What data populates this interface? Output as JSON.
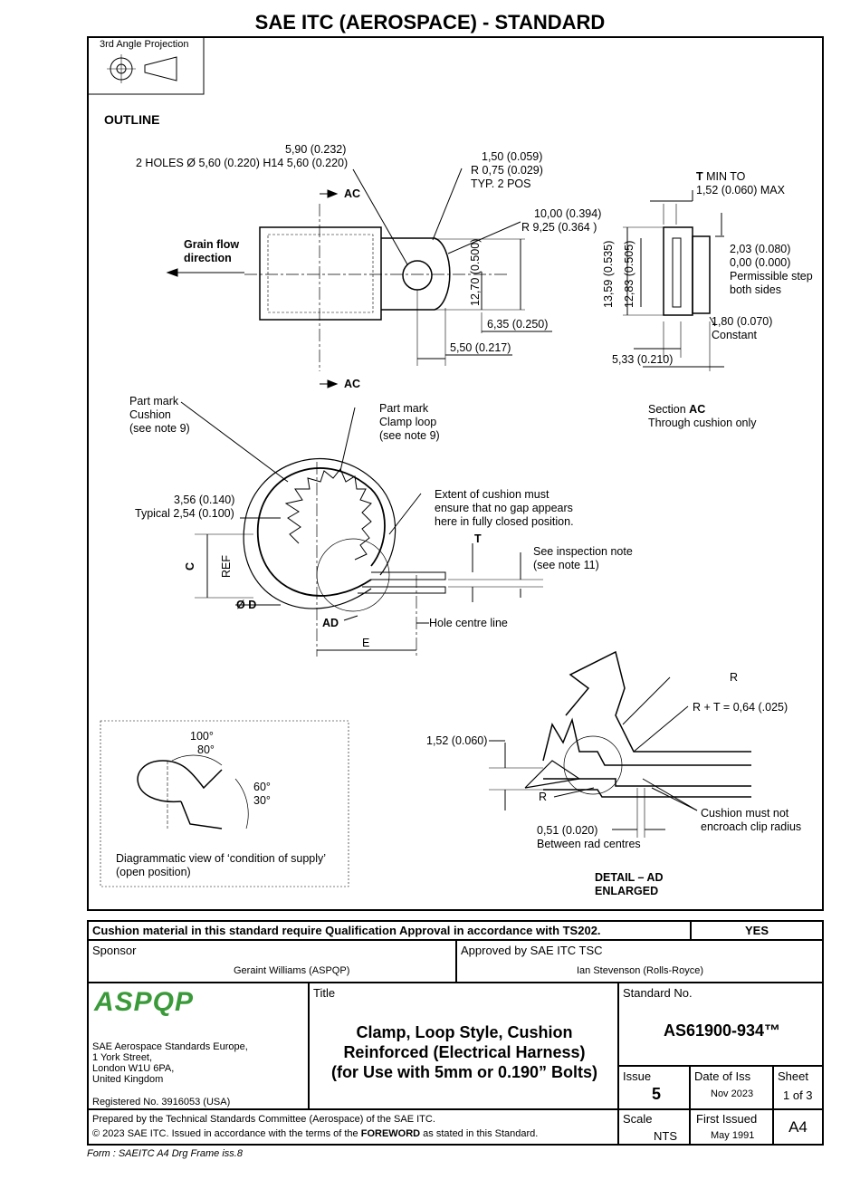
{
  "header": {
    "title": "SAE ITC (AEROSPACE) - STANDARD"
  },
  "projection": {
    "label": "3rd Angle Projection"
  },
  "outline": {
    "heading": "OUTLINE",
    "holes_line1": "5,90 (0.232)",
    "holes_line2": "2 HOLES Ø 5,60 (0.220) H14 5,60 (0.220)",
    "r_line1": "1,50 (0.059)",
    "r_line2": "R 0,75 (0.029)",
    "r_line3": "TYP. 2 POS",
    "ac_top": "AC",
    "ac_bottom": "AC",
    "grain_line1": "Grain flow",
    "grain_line2": "direction",
    "r925_line1": "10,00 (0.394)",
    "r925_line2": "R  9,25  (0.364 )",
    "dim_1270": "12,70 (0.500)",
    "dim_635": "6,35 (0.250)",
    "dim_550": "5,50 (0.217)",
    "tmin_line1_b": "T",
    "tmin_line1": " MIN TO",
    "tmin_line2": "1,52 (0.060) MAX",
    "dim_1359": "13,59 (0.535)",
    "dim_1283": "12,83 (0.505)",
    "step_line1": "2,03 (0.080)",
    "step_line2": "0,00 (0.000)",
    "step_line3": "Permissible step",
    "step_line4": "both sides",
    "const_line1": "1,80 (0.070)",
    "const_line2": "Constant",
    "dim_533": "5,33 (0.210)",
    "section_line1": "Section ",
    "section_line1_b": "AC",
    "section_line2": "Through cushion only"
  },
  "clamp": {
    "pm_cushion_1": "Part mark",
    "pm_cushion_2": "Cushion",
    "pm_cushion_3": "(see note 9)",
    "pm_clamp_1": "Part mark",
    "pm_clamp_2": "Clamp loop",
    "pm_clamp_3": "(see note 9)",
    "typ_1": "3,56 (0.140)",
    "typ_2": "Typical 2,54 (0.100)",
    "extent_1": "Extent of cushion must",
    "extent_2": "ensure that no gap appears",
    "extent_3": "here in fully closed position.",
    "t_label": "T",
    "insp_1": "See inspection note",
    "insp_2": "(see note 11)",
    "c_label": "C",
    "ref_label": "REF",
    "d_label": "Ø D",
    "ad_label": "AD",
    "hole_centre": "Hole centre line",
    "e_label": "E"
  },
  "supply": {
    "a100": "100°",
    "a80": "80°",
    "a60": "60°",
    "a30": "30°",
    "cap_1": "Diagrammatic view of ‘condition of supply’",
    "cap_2": "(open position)"
  },
  "detail": {
    "r_top": "R",
    "rt": "R + T = 0,64 (.025)",
    "d152": "1,52 (0.060)",
    "r_bot": "R",
    "cushion_1": "Cushion must not",
    "cushion_2": "encroach clip radius",
    "d051_1": "0,51 (0.020)",
    "d051_2": "Between rad centres",
    "title_1": "DETAIL – AD",
    "title_2": "ENLARGED"
  },
  "titleblock": {
    "qual": "Cushion material in this standard require Qualification Approval in accordance with TS202.",
    "qual_yes": "YES",
    "sponsor_label": "Sponsor",
    "sponsor": "Geraint Williams (ASPQP)",
    "approved_label": "Approved by SAE ITC TSC",
    "approved": "Ian Stevenson (Rolls-Royce)",
    "logo": "ASPQP",
    "org_1": "SAE Aerospace Standards Europe,",
    "org_2": "1 York Street,",
    "org_3": "London W1U 6PA,",
    "org_4": "United Kingdom",
    "reg": "Registered No. 3916053 (USA)",
    "title_label": "Title",
    "title_1": "Clamp, Loop Style, Cushion",
    "title_2": "Reinforced (Electrical Harness)",
    "title_3": "(for Use with 5mm or 0.190” Bolts)",
    "std_label": "Standard No.",
    "std_no": "AS61900-934™",
    "issue_label": "Issue",
    "issue": "5",
    "date_label": "Date of Iss",
    "date": "Nov 2023",
    "sheet_label": "Sheet",
    "sheet": "1 of 3",
    "prepared": "Prepared by the Technical Standards Committee (Aerospace) of the SAE ITC.",
    "copy_1": "2023 SAE ITC. Issued in accordance with the terms of the ",
    "copy_b": "FOREWORD",
    "copy_2": " as stated in this Standard.",
    "scale_label": "Scale",
    "scale": "NTS",
    "first_label": "First Issued",
    "first": "May 1991",
    "size": "A4"
  },
  "footer": {
    "form": "Form : SAEITC A4 Drg Frame iss.8"
  }
}
